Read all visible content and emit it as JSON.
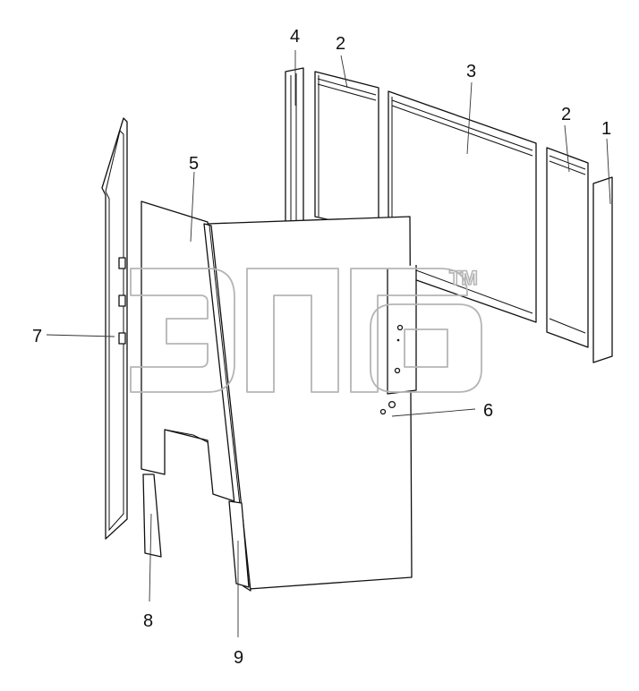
{
  "callouts": {
    "c1": "1",
    "c2a": "2",
    "c2b": "2",
    "c3": "3",
    "c4": "4",
    "c5": "5",
    "c6": "6",
    "c7": "7",
    "c8": "8",
    "c9": "9"
  },
  "watermark": {
    "trademark": "TM"
  },
  "colors": {
    "line": "#111111",
    "watermark": "#b5b5b5",
    "background": "#ffffff"
  }
}
